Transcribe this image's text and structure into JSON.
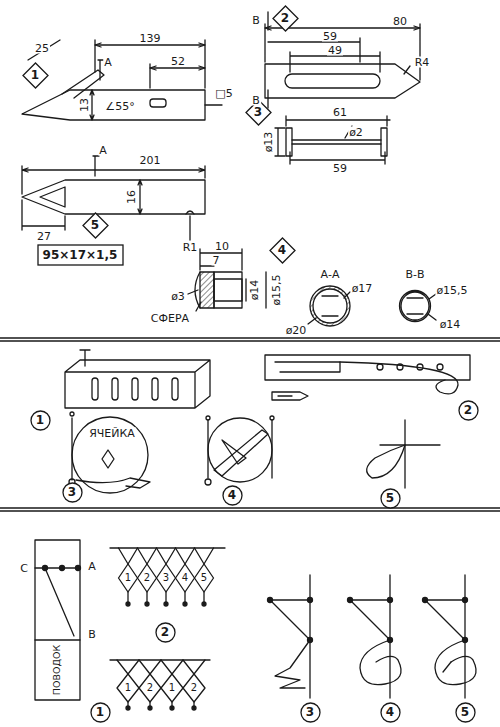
{
  "diagram": {
    "nodes": [
      {
        "text": [
          "1"
        ]
      },
      {
        "text": [
          "2"
        ]
      },
      {
        "text": [
          "3"
        ]
      },
      {
        "text": [
          "5"
        ]
      },
      {
        "text": [
          "95×17×1,5"
        ]
      },
      {
        "text": [
          "4"
        ]
      },
      {
        "text": [
          "1"
        ]
      },
      {
        "text": [
          "2"
        ]
      },
      {
        "text": [
          "3"
        ]
      },
      {
        "text": [
          "4"
        ]
      },
      {
        "text": [
          "5"
        ]
      },
      {
        "text": [
          "1"
        ]
      },
      {
        "text": [
          "2"
        ]
      },
      {
        "text": [
          "3"
        ]
      },
      {
        "text": [
          "4"
        ]
      },
      {
        "text": [
          "5"
        ]
      }
    ],
    "labels": [
      "25",
      "А",
      "139",
      "52",
      "□5",
      "∠55°",
      "13",
      "А",
      "201",
      "16",
      "27",
      "R1",
      "В",
      "80",
      "59",
      "49",
      "R4",
      "В",
      "61",
      "ø2",
      "ø13",
      "59",
      "10",
      "7",
      "ø3",
      "СФЕРА",
      "ø14",
      "ø15,5",
      "А-А",
      "ø17",
      "ø20",
      "В-В",
      "ø15,5",
      "ø14",
      "ЯЧЕЙКА",
      "С",
      "А",
      "В",
      "ПОВОДОК",
      "1",
      "2",
      "3",
      "4",
      "5",
      "1",
      "2",
      "1",
      "2"
    ]
  }
}
